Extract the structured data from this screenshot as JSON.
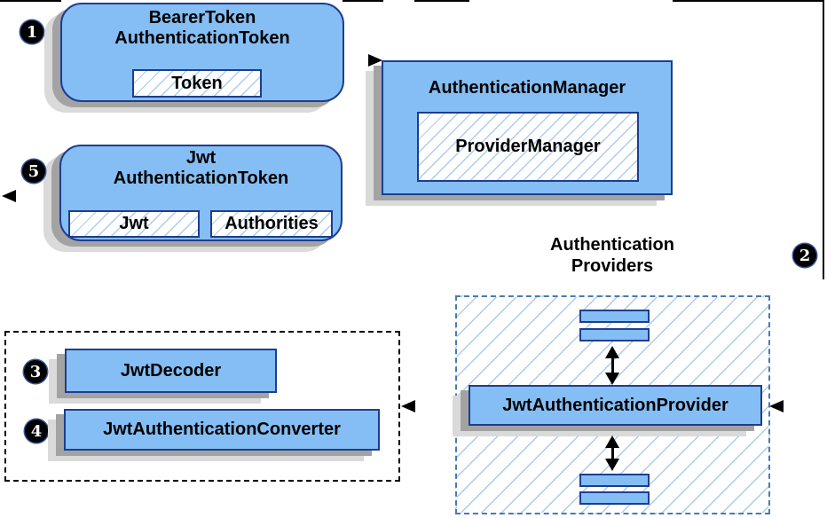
{
  "colors": {
    "node_fill": "#85BEF4",
    "node_border": "#1E3D8F",
    "hatch_line": "#ABCDF0",
    "providers_group_border": "#4A79B4",
    "decoder_group_border": "#000000",
    "shadow_dark": "#A3A3A3",
    "shadow_light": "#DADADA",
    "connector": "#000000",
    "badge_bg": "#000000",
    "badge_text": "#FFFFFF"
  },
  "nodes": {
    "bearer_token": {
      "title_line1": "BearerToken",
      "title_line2": "AuthenticationToken",
      "field": "Token"
    },
    "authentication_manager": {
      "title": "AuthenticationManager",
      "field": "ProviderManager"
    },
    "jwt_authentication_token": {
      "title_line1": "Jwt",
      "title_line2": "AuthenticationToken",
      "field_jwt": "Jwt",
      "field_authorities": "Authorities"
    },
    "jwt_authentication_provider": {
      "label": "JwtAuthenticationProvider"
    },
    "jwt_decoder": {
      "label": "JwtDecoder"
    },
    "jwt_authentication_converter": {
      "label": "JwtAuthenticationConverter"
    }
  },
  "labels": {
    "providers_group_line1": "Authentication",
    "providers_group_line2": "Providers"
  },
  "steps": [
    "1",
    "2",
    "3",
    "4",
    "5"
  ]
}
